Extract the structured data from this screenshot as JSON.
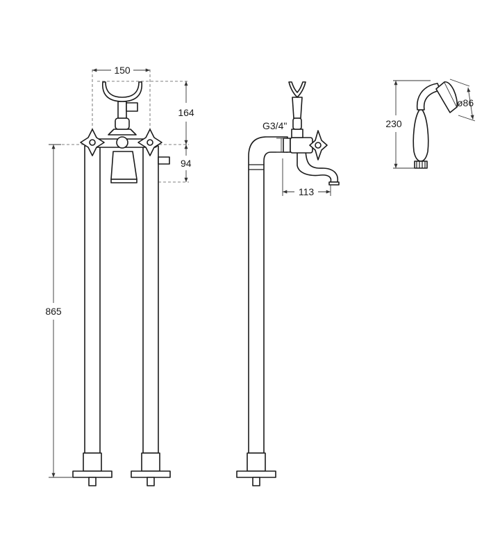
{
  "dimensions": {
    "width_top": "150",
    "height_handshower_holder": "164",
    "spout_height": "94",
    "total_height": "865",
    "connection": "G3/4\"",
    "spout_reach": "113",
    "handshower_length": "230",
    "handshower_diameter": "ø86"
  },
  "colors": {
    "line": "#1a1a1a",
    "dimension_line": "#333333",
    "background": "#ffffff"
  }
}
